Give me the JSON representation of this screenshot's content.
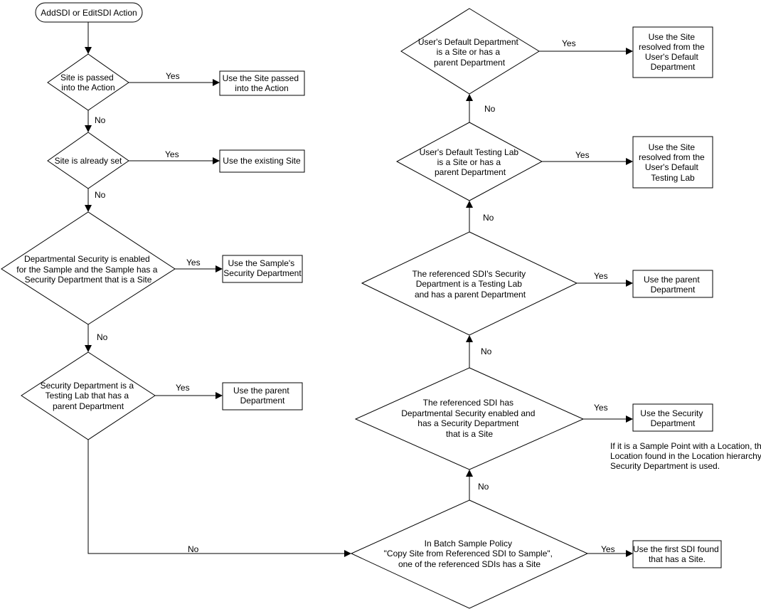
{
  "start": {
    "label": "AddSDI or EditSDI Action"
  },
  "decisions": {
    "d1": {
      "lines": [
        "Site is passed",
        "into the Action"
      ]
    },
    "d2": {
      "lines": [
        "Site is already set"
      ]
    },
    "d3": {
      "lines": [
        "Departmental Security is enabled",
        "for the Sample and the Sample has a",
        "Security Department that is a Site"
      ]
    },
    "d4": {
      "lines": [
        "Security Department is a",
        "Testing  Lab that has a",
        "parent Department"
      ]
    },
    "d5": {
      "lines": [
        "In Batch Sample Policy",
        "\"Copy Site from Referenced SDI to Sample\",",
        "one of the referenced SDIs has a Site"
      ]
    },
    "d6": {
      "lines": [
        "The referenced SDI has",
        "Departmental Security enabled and",
        "has a Security Department",
        "that is a Site"
      ]
    },
    "d7": {
      "lines": [
        "The referenced SDI's Security",
        "Department is a Testing Lab",
        "and has a parent Department"
      ]
    },
    "d8": {
      "lines": [
        "User's Default Testing Lab",
        "is a Site or has a",
        "parent Department"
      ]
    },
    "d9": {
      "lines": [
        "User's Default  Department",
        "is a Site or has a",
        "parent Department"
      ]
    }
  },
  "results": {
    "r1": {
      "lines": [
        "Use the Site passed",
        "into the Action"
      ]
    },
    "r2": {
      "lines": [
        "Use the existing Site"
      ]
    },
    "r3": {
      "lines": [
        "Use the Sample's",
        "Security Department"
      ]
    },
    "r4": {
      "lines": [
        "Use the parent",
        "Department"
      ]
    },
    "r5": {
      "lines": [
        "Use the first SDI found",
        "that has a Site."
      ]
    },
    "r6": {
      "lines": [
        "Use the Security",
        "Department"
      ]
    },
    "r7": {
      "lines": [
        "Use the parent",
        "Department"
      ]
    },
    "r8": {
      "lines": [
        "Use the Site",
        "resolved from the",
        "User's Default",
        "Testing  Lab"
      ]
    },
    "r9": {
      "lines": [
        "Use the Site",
        "resolved from the",
        "User's Default",
        "Department"
      ]
    }
  },
  "note": {
    "lines": [
      "If it is a Sample Point with a Location, the first",
      "Location found in the Location hierarchy with a",
      "Security Department is used."
    ]
  },
  "edge_labels": {
    "yes": "Yes",
    "no": "No"
  }
}
